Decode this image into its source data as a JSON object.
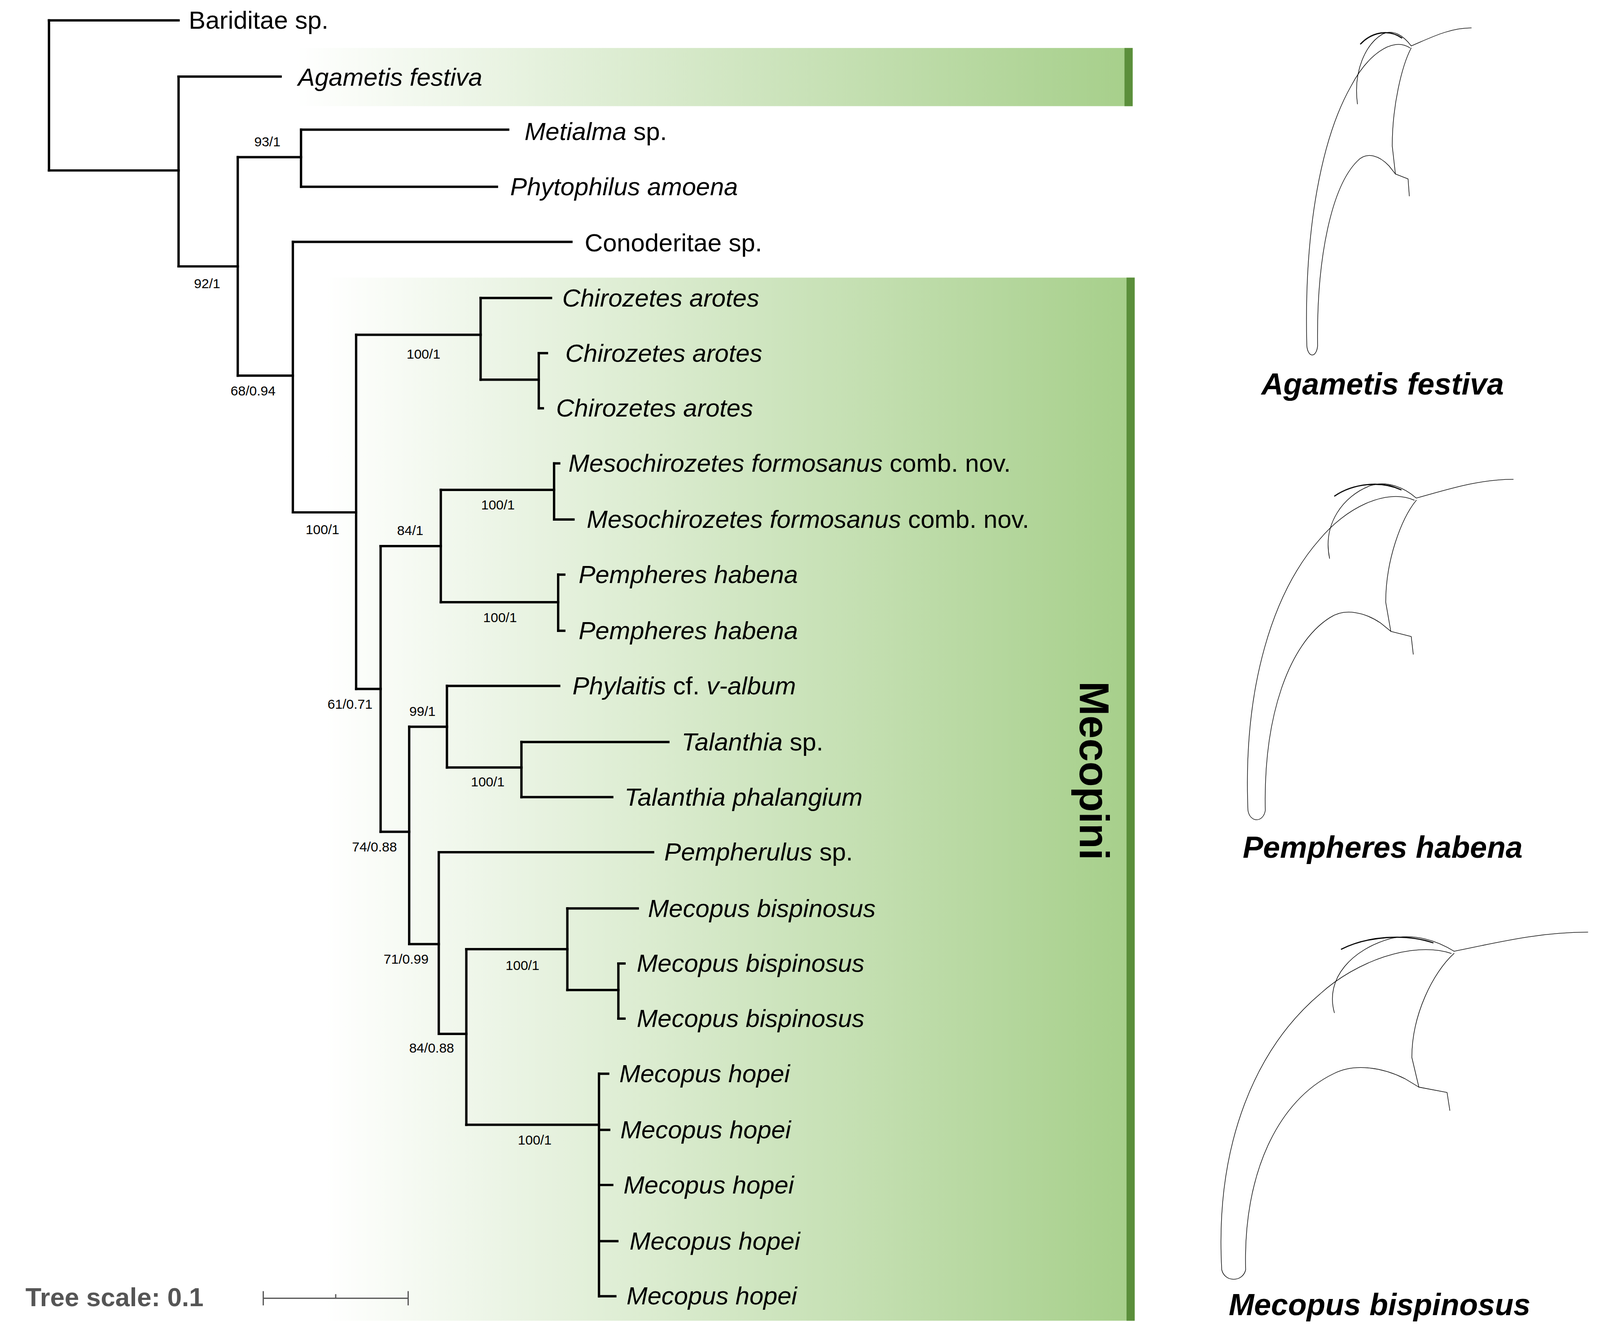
{
  "diagram": {
    "nodes": [
      {
        "text": [
          "Agametis festiva"
        ]
      },
      {
        "text": [
          "Mecopini"
        ]
      }
    ],
    "labels": [
      "Bariditae sp.",
      "Metialma sp.",
      "Phytophilus amoena",
      "Conoderitae sp.",
      "Chirozetes arotes",
      "Chirozetes arotes",
      "Chirozetes arotes",
      "Mesochirozetes formosanus comb. nov.",
      "Mesochirozetes formosanus comb. nov.",
      "Pempheres habena",
      "Pempheres habena",
      "Phylaitis cf. v-album",
      "Talanthia sp.",
      "Talanthia phalangium",
      "Pempherulus sp.",
      "Mecopus bispinosus",
      "Mecopus bispinosus",
      "Mecopus bispinosus",
      "Mecopus hopei",
      "Mecopus hopei",
      "Mecopus hopei",
      "Mecopus hopei",
      "Mecopus hopei",
      "93/1",
      "92/1",
      "68/0.94",
      "100/1",
      "100/1",
      "84/1",
      "100/1",
      "100/1",
      "61/0.71",
      "99/1",
      "100/1",
      "74/0.88",
      "71/0.99",
      "100/1",
      "84/0.88",
      "100/1",
      "Agametis festiva",
      "Pempheres habena",
      "Mecopus bispinosus",
      "Tree scale: 0.1"
    ]
  }
}
